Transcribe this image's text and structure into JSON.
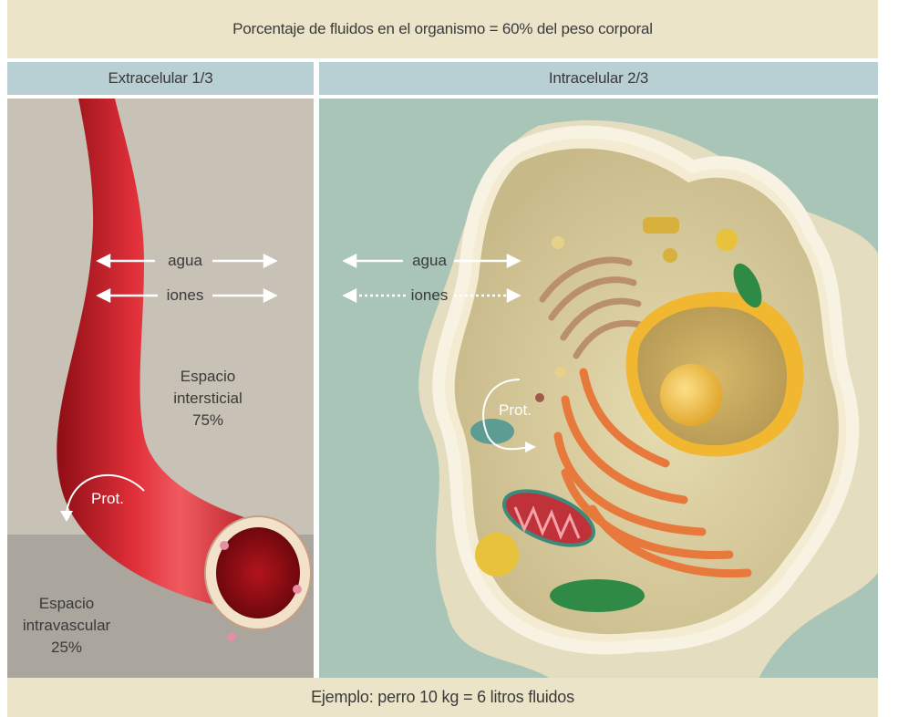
{
  "title": "Porcentaje de fluidos en el organismo = 60% del peso corporal",
  "footer": "Ejemplo: perro 10 kg = 6 litros fluidos",
  "columns": {
    "extracellular": "Extracelular 1/3",
    "intracellular": "Intracelular 2/3"
  },
  "exchange_left": {
    "water": "agua",
    "ions": "iones"
  },
  "exchange_right": {
    "water": "agua",
    "ions": "iones"
  },
  "interstitial": {
    "line1": "Espacio",
    "line2": "intersticial",
    "pct": "75%"
  },
  "intravascular": {
    "line1": "Espacio",
    "line2": "intravascular",
    "pct": "25%"
  },
  "protein_vessel": "Prot.",
  "protein_cell": "Prot.",
  "colors": {
    "band": "#ece4c8",
    "header": "#b8cfd3",
    "extracellular_bg": "#c7c1b6",
    "intravascular_bg": "#aaa59d",
    "intracellular_bg": "#a9c5b7",
    "vessel": "#d0202a",
    "cell_membrane": "#efe7cc",
    "nucleus": "#f2b731",
    "er": "#e8793d",
    "mitochondria": "#c0323a",
    "chloroplast_like": "#2f8a45"
  }
}
